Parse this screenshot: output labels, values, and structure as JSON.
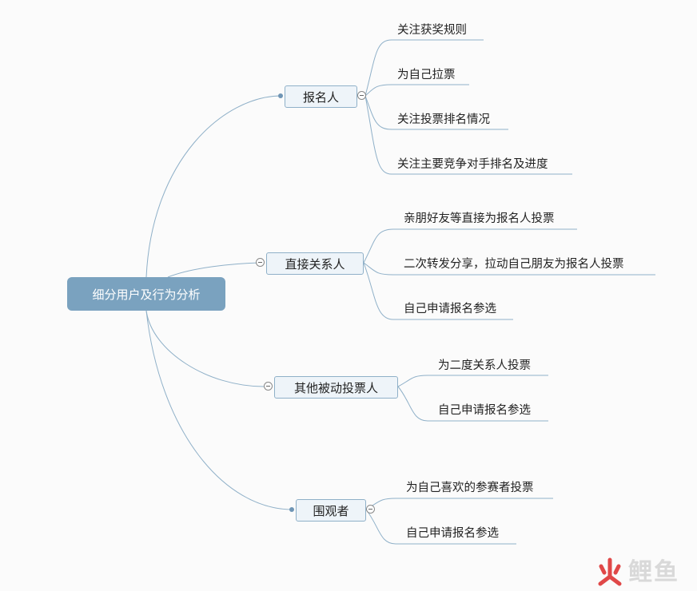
{
  "root": {
    "label": "细分用户及行为分析"
  },
  "branches": [
    {
      "label": "报名人",
      "children": [
        "关注获奖规则",
        "为自己拉票",
        "关注投票排名情况",
        "关注主要竞争对手排名及进度"
      ]
    },
    {
      "label": "直接关系人",
      "children": [
        "亲朋好友等直接为报名人投票",
        "二次转发分享，拉动自己朋友为报名人投票",
        "自己申请报名参选"
      ]
    },
    {
      "label": "其他被动投票人",
      "children": [
        "为二度关系人投票",
        "自己申请报名参选"
      ]
    },
    {
      "label": "围观者",
      "children": [
        "为自己喜欢的参赛者投票",
        "自己申请报名参选"
      ]
    }
  ],
  "watermark": {
    "fire_glyph": "火",
    "text": "鲤鱼"
  },
  "colors": {
    "root_fill": "#7aa2bf",
    "branch_fill": "#eef4f9",
    "branch_border": "#8fb0c8",
    "connector": "#8fb0c8",
    "watermark": "#e04040"
  }
}
